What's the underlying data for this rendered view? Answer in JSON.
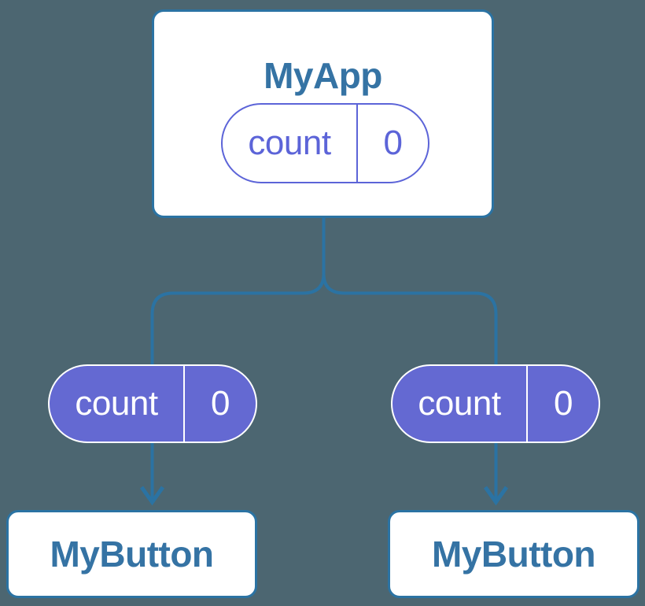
{
  "colors": {
    "background": "#4C6671",
    "stroke_blue": "#2B73A3",
    "text_blue": "#3573A4",
    "pill_purple": "#6469D2",
    "pill_outline_purple": "#5C64D8",
    "card_white": "#FFFFFF"
  },
  "icons": {
    "arrow_down": "chevron-style down arrowhead on connector line"
  },
  "tree": {
    "root": {
      "title": "MyApp",
      "prop": {
        "name": "count",
        "value": "0"
      }
    },
    "children": [
      {
        "title": "MyButton",
        "prop": {
          "name": "count",
          "value": "0"
        }
      },
      {
        "title": "MyButton",
        "prop": {
          "name": "count",
          "value": "0"
        }
      }
    ]
  }
}
